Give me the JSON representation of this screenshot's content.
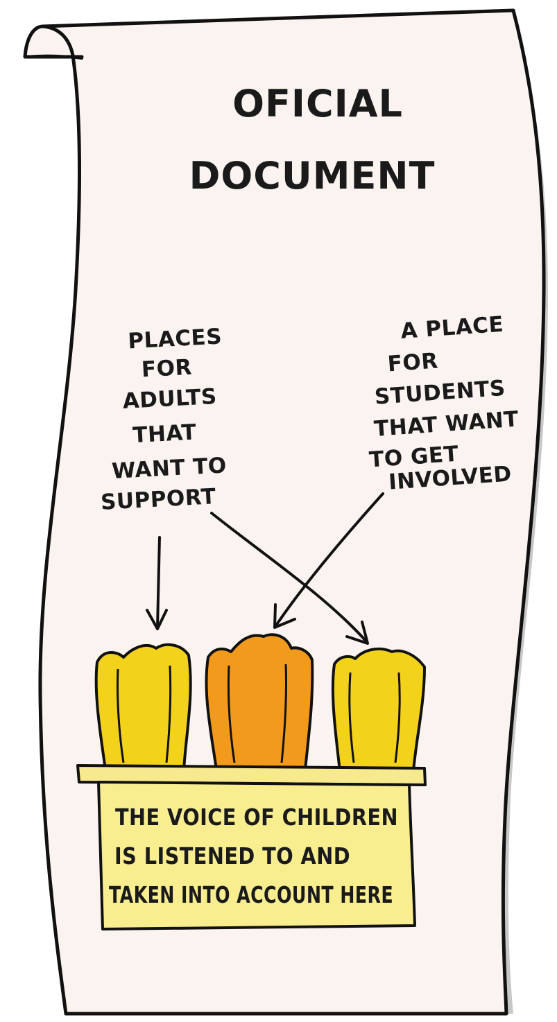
{
  "document": {
    "title_lines": [
      "OFICIAL",
      "DOCUMENT"
    ]
  },
  "notes": {
    "adults": {
      "lines": [
        "PLACES",
        "FOR",
        "ADULTS",
        "THAT",
        "WANT TO",
        "SUPPORT"
      ]
    },
    "students": {
      "lines": [
        "A PLACE",
        "FOR",
        "STUDENTS",
        "THAT WANT",
        "TO GET",
        "INVOLVED"
      ]
    }
  },
  "sign": {
    "lines": [
      "THE VOICE OF CHILDREN",
      "IS LISTENED TO AND",
      "TAKEN INTO ACCOUNT HERE"
    ]
  },
  "chairs": {
    "colors": [
      "#f2d21b",
      "#f29a1b",
      "#f2d21b"
    ]
  }
}
